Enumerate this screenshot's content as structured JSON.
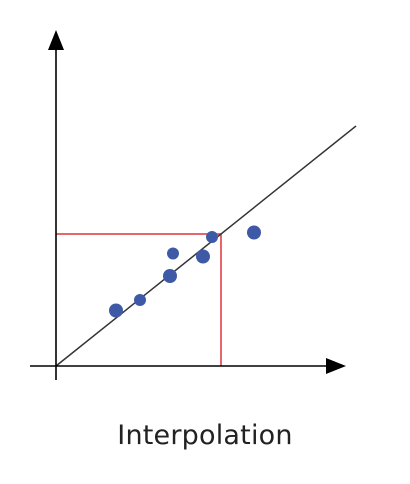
{
  "caption": "Interpolation",
  "colors": {
    "axis": "#000000",
    "fit_line": "#333333",
    "guide": "#e0343a",
    "point": "#3e5aa7",
    "caption": "#222222"
  },
  "chart_data": {
    "type": "scatter",
    "title": "",
    "xlabel": "",
    "ylabel": "",
    "grid": false,
    "xlim": [
      0,
      10
    ],
    "ylim": [
      0,
      10
    ],
    "points": [
      {
        "x": 2.0,
        "y": 1.85
      },
      {
        "x": 2.8,
        "y": 2.2
      },
      {
        "x": 3.8,
        "y": 3.0
      },
      {
        "x": 3.9,
        "y": 3.75
      },
      {
        "x": 4.9,
        "y": 3.65
      },
      {
        "x": 5.2,
        "y": 4.3
      },
      {
        "x": 6.6,
        "y": 4.45
      }
    ],
    "fit_line": {
      "x": [
        0,
        10
      ],
      "y": [
        0,
        8.0
      ]
    },
    "interpolation": {
      "x": 5.5,
      "y": 4.4
    }
  }
}
